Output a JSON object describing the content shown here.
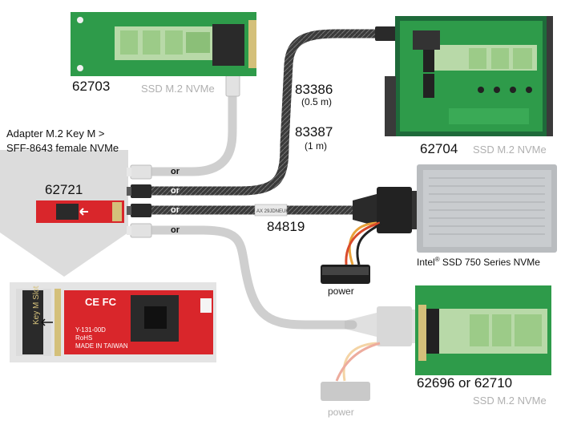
{
  "products": {
    "p62703": {
      "number": "62703",
      "caption": "SSD M.2 NVMe"
    },
    "p62704": {
      "number": "62704",
      "caption": "SSD M.2 NVMe"
    },
    "p62721": {
      "number": "62721",
      "description_line1": "Adapter M.2 Key M >",
      "description_line2": "SFF-8643 female NVMe"
    },
    "p62696": {
      "number": "62696 or 62710",
      "caption": "SSD M.2 NVMe"
    },
    "intel": {
      "prefix": "Intel",
      "reg": "®",
      "rest": " SSD 750 Series NVMe"
    }
  },
  "cables": {
    "c83386": {
      "number": "83386",
      "length": "(0.5 m)"
    },
    "c83387": {
      "number": "83387",
      "length": "(1 m)"
    },
    "c84819": {
      "number": "84819"
    },
    "or_label": "or"
  },
  "power": {
    "label_top": "power",
    "label_bottom": "power"
  },
  "board_text": {
    "ce": "CE FC",
    "key_slot": "Key M Slot",
    "board_lines": [
      "Y-131-00D",
      "RoHS",
      "MADE IN TAIWAN"
    ]
  },
  "colors": {
    "green_board": "#2e9b4a",
    "red_board": "#d9262b",
    "cable_dark": "#3a3a3a",
    "cable_light": "#cfcfcf",
    "caption_grey": "#b0b0b0"
  }
}
